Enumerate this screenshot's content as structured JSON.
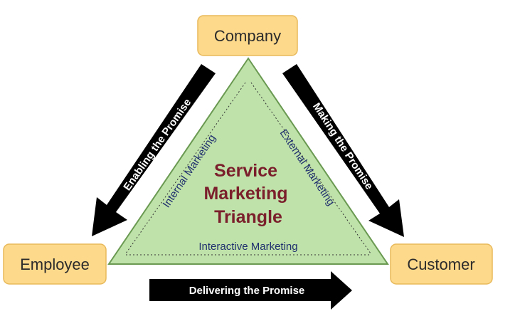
{
  "nodes": {
    "company": "Company",
    "employee": "Employee",
    "customer": "Customer"
  },
  "arrows": {
    "enabling": "Enabling the Promise",
    "making": "Making the Promise",
    "delivering": "Delivering the Promise"
  },
  "triangle": {
    "title_lines": [
      "Service",
      "Marketing",
      "Triangle"
    ],
    "internal": "Internal Marketing",
    "external": "External Marketing",
    "interactive": "Interactive Marketing"
  },
  "colors": {
    "node_fill": "#fdd98c",
    "node_stroke": "#e8b95a",
    "triangle_fill": "#bfe2aa",
    "triangle_stroke": "#6a9a52",
    "arrow": "#000000",
    "title": "#7a1f2b",
    "side_text": "#1f2f6e"
  }
}
